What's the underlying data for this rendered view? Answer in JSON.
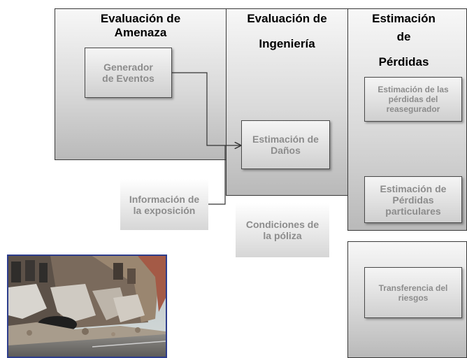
{
  "panels": {
    "amenaza": {
      "title": "Evaluación de\nAmenaza"
    },
    "ingenieria": {
      "title_line1": "Evaluación de",
      "title_line2": "Ingeniería"
    },
    "perdidas": {
      "title_line1": "Estimación",
      "title_line2": "de",
      "title_line3": "Pérdidas"
    },
    "transferencia": {}
  },
  "boxes": {
    "generador": "Generador\nde Eventos",
    "danos": "Estimación de\nDaños",
    "reasegurador": "Estimación de las\npérdidas del\nreasegurador",
    "particulares": "Estimación de\nPérdidas\nparticulares",
    "transferencia": "Transferencia del\nriesgos",
    "exposicion": "Información de\nla exposición",
    "poliza": "Condiciones de\nla póliza"
  },
  "photo": {
    "description_icon": "earthquake-damage-photo"
  }
}
